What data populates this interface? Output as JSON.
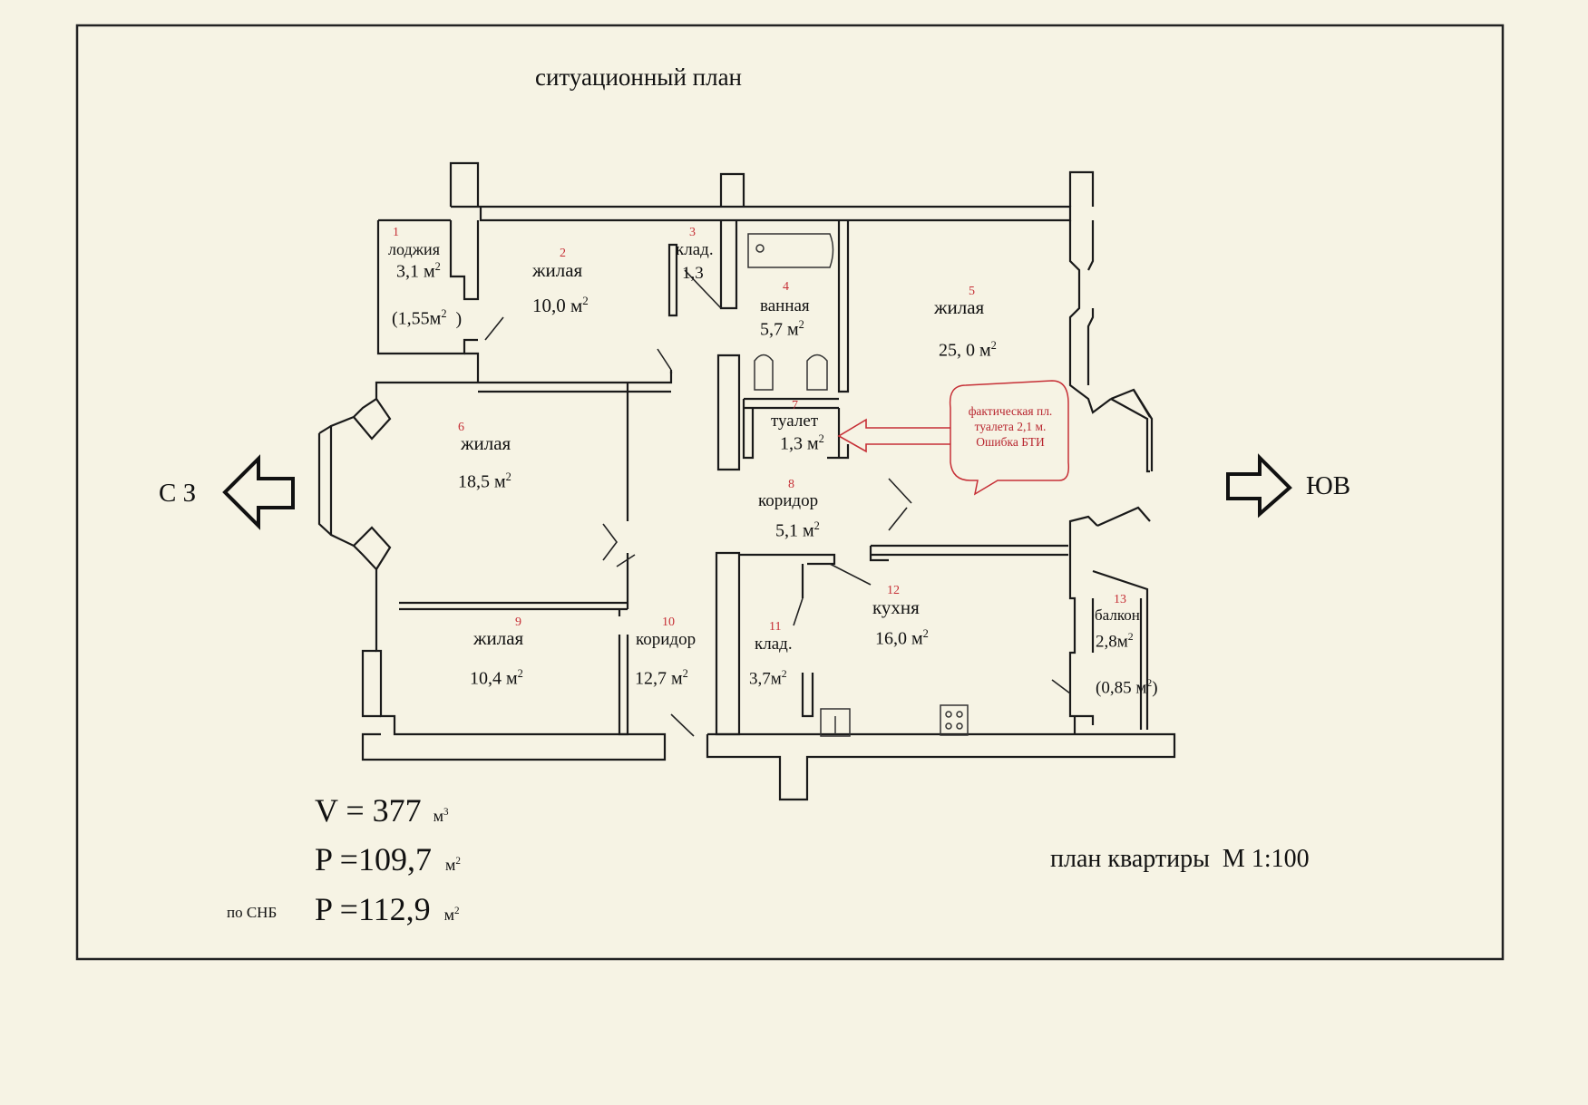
{
  "header": {
    "title": "ситуационный план"
  },
  "directions": {
    "left": "С З",
    "right": "ЮВ"
  },
  "rooms": [
    {
      "num": "1",
      "name": "лоджия",
      "area": "3,1 м",
      "area_sup": "2",
      "extra": "(1,55м",
      "extra_sup": "2",
      "extra_close": ")"
    },
    {
      "num": "2",
      "name": "жилая",
      "area": "10,0 м",
      "area_sup": "2"
    },
    {
      "num": "3",
      "name": "клад.",
      "area": "1,3"
    },
    {
      "num": "4",
      "name": "ванная",
      "area": "5,7 м",
      "area_sup": "2"
    },
    {
      "num": "5",
      "name": "жилая",
      "area": "25, 0 м",
      "area_sup": "2"
    },
    {
      "num": "6",
      "name": "жилая",
      "area": "18,5 м",
      "area_sup": "2"
    },
    {
      "num": "7",
      "name": "туалет",
      "area": "1,3 м",
      "area_sup": "2"
    },
    {
      "num": "8",
      "name": "коридор",
      "area": "5,1 м",
      "area_sup": "2"
    },
    {
      "num": "9",
      "name": "жилая",
      "area": "10,4  м",
      "area_sup": "2"
    },
    {
      "num": "10",
      "name": "коридор",
      "area": "12,7 м",
      "area_sup": "2"
    },
    {
      "num": "11",
      "name": "клад.",
      "area": "3,7м",
      "area_sup": "2"
    },
    {
      "num": "12",
      "name": "кухня",
      "area": "16,0 м",
      "area_sup": "2"
    },
    {
      "num": "13",
      "name": "балкон",
      "area": "2,8м",
      "area_sup": "2",
      "extra": "(0,85 м",
      "extra_sup": "2",
      "extra_close": ")"
    }
  ],
  "callout": {
    "line1": "фактическая пл.",
    "line2": "туалета 2,1 м.",
    "line3": "Ошибка БТИ",
    "color": "#c62f36"
  },
  "stats": {
    "volume": {
      "label": "V = 377",
      "unit": "м",
      "unit_sup": "3"
    },
    "area_total": {
      "label": "P =109,7",
      "unit": "м",
      "unit_sup": "2"
    },
    "snb_prefix": "по СНБ",
    "area_snb": {
      "label": "P =112,9",
      "unit": "м",
      "unit_sup": "2"
    }
  },
  "footer": {
    "scale_label": "план квартиры  М 1:100"
  }
}
